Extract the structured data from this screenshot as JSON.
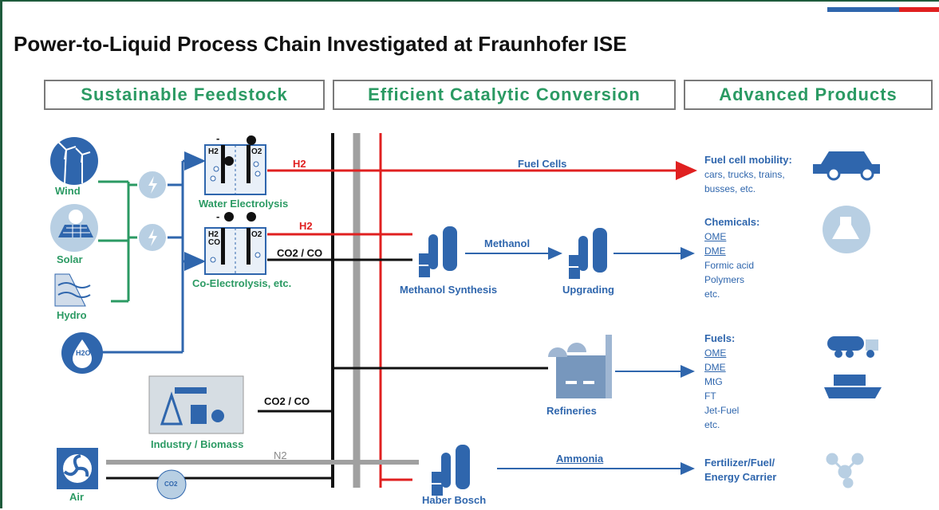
{
  "title": "Power-to-Liquid Process Chain Investigated at Fraunhofer ISE",
  "headers": [
    "Sustainable Feedstock",
    "Efficient Catalytic Conversion",
    "Advanced Products"
  ],
  "sources": {
    "wind": "Wind",
    "solar": "Solar",
    "hydro": "Hydro",
    "water_symbol": "H2O",
    "industry": "Industry / Biomass",
    "air": "Air",
    "co2_symbol": "CO2"
  },
  "electrolysis": {
    "water": "Water Electrolysis",
    "co": "Co-Electrolysis, etc.",
    "h2_label": "H2",
    "o2_label": "O2",
    "co_label": "CO",
    "minus": "-",
    "plus": "+"
  },
  "streams": {
    "h2_top": "H2",
    "h2_mid": "H2",
    "co2_co_top": "CO2 / CO",
    "co2_co_bottom": "CO2 / CO",
    "n2": "N2"
  },
  "routes": {
    "fuel_cells": "Fuel Cells",
    "methanol": "Methanol",
    "ammonia": "Ammonia"
  },
  "plants": {
    "methanol_synthesis": "Methanol Synthesis",
    "upgrading": "Upgrading",
    "refineries": "Refineries",
    "haber_bosch": "Haber Bosch"
  },
  "products": {
    "fuel_cell_mobility": {
      "head": "Fuel cell mobility:",
      "lines": [
        "cars, trucks, trains,",
        "busses, etc."
      ]
    },
    "chemicals": {
      "head": "Chemicals:",
      "lines": [
        "OME",
        "DME",
        "Formic acid",
        "Polymers",
        "etc."
      ]
    },
    "fuels": {
      "head": "Fuels:",
      "lines": [
        "OME",
        "DME",
        "MtG",
        "FT",
        "Jet-Fuel",
        "etc."
      ]
    },
    "fertilizer": {
      "lines": [
        "Fertilizer/Fuel/",
        "Energy Carrier"
      ]
    }
  },
  "colors": {
    "green": "#2b9a63",
    "blue": "#2f66ad",
    "red": "#e02020",
    "black": "#111111",
    "gray": "#a0a0a0"
  }
}
